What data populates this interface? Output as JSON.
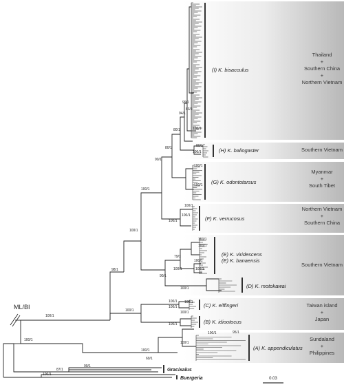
{
  "figure": {
    "method_label": "ML/BI",
    "scale_bar_label": "0.03",
    "clades": [
      {
        "id": "I",
        "label": "(I) K. bisacculus",
        "region": "Thailand\n+\nSouthern China\n+\nNorthern Vietnam"
      },
      {
        "id": "H",
        "label": "(H) K. baliogaster",
        "region": "Southern Vietnam"
      },
      {
        "id": "G",
        "label": "(G) K. odontotarsus",
        "region": "Myanmar\n+\nSouth Tibet"
      },
      {
        "id": "F",
        "label": "(F) K. verrucosus",
        "region": "Northern Vietnam\n+\nSouthern China"
      },
      {
        "id": "E1",
        "label": "(E) K. viridescens",
        "region": ""
      },
      {
        "id": "E2",
        "label": "(E) K. banaensis",
        "region": "Southern Vietnam"
      },
      {
        "id": "D",
        "label": "(D) K. motokawai",
        "region": ""
      },
      {
        "id": "C",
        "label": "(C) K. eiffingeri",
        "region": "Taiwan island\n+\nJapan"
      },
      {
        "id": "B",
        "label": "(B) K. idiootocus",
        "region": ""
      },
      {
        "id": "A",
        "label": "(A) K. appendiculatus",
        "region": "Sundaland\n+\nPhilippines"
      }
    ],
    "outgroups": [
      "Gracixalus",
      "Buergeria"
    ],
    "node_supports": [
      "94/1",
      "80/1",
      "80/1",
      "99/1",
      "83/1",
      "80/1",
      "100/1",
      "100/1",
      "90/1",
      "100/1",
      "100/1",
      "100/1",
      "79/1",
      "90/1",
      "100/1",
      "100/1",
      "98/1",
      "100/1",
      "100/1",
      "100/1",
      "100/1",
      "100/1",
      "100/1",
      "100/1",
      "100/1",
      "100/1",
      "100/1",
      "100/1",
      "100/1",
      "100/1",
      "100/1",
      "100/1",
      "87/1",
      "99/1",
      "69/1",
      "100/1",
      "100/1",
      "100/1",
      "95/1",
      "100/1",
      "100/1"
    ]
  }
}
